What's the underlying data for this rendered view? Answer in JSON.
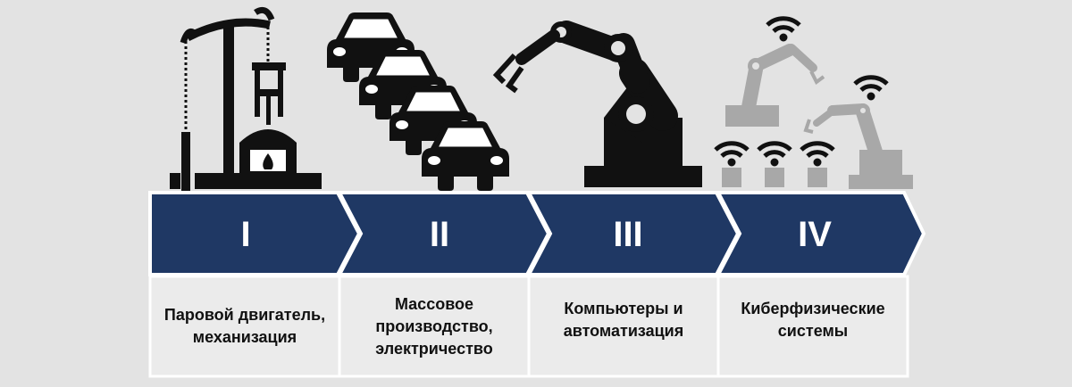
{
  "stages": [
    {
      "numeral": "I",
      "label": "Паровой двигатель,\nмеханизация"
    },
    {
      "numeral": "II",
      "label": "Массовое\nпроизводство,\nэлектричество"
    },
    {
      "numeral": "III",
      "label": "Компьютеры и\nавтоматизация"
    },
    {
      "numeral": "IV",
      "label": "Киберфизические\nсистемы"
    }
  ],
  "colors": {
    "background": "#e3e3e3",
    "arrow": "#1f3864",
    "panel": "#ebebeb",
    "icon": "#111111",
    "icon_light": "#a8a8a8"
  },
  "icons": [
    "steam-engine-icon",
    "cars-icon",
    "robot-arm-icon",
    "cyber-robots-icon"
  ]
}
